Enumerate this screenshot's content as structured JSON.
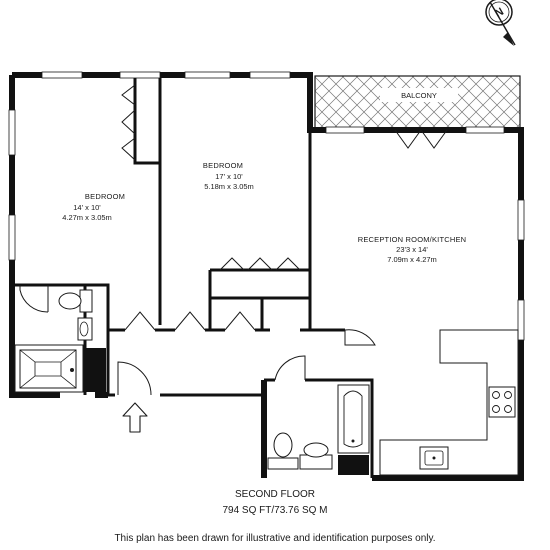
{
  "rooms": {
    "bedroom_left": {
      "name": "BEDROOM",
      "imperial": "14' x 10'",
      "metric": "4.27m x 3.05m"
    },
    "bedroom_mid": {
      "name": "BEDROOM",
      "imperial": "17' x 10'",
      "metric": "5.18m x 3.05m"
    },
    "reception": {
      "name": "RECEPTION ROOM/KITCHEN",
      "imperial": "23'3 x 14'",
      "metric": "7.09m x 4.27m"
    },
    "balcony": {
      "name": "BALCONY"
    }
  },
  "compass": {
    "letter": "N",
    "icon": "compass-north-icon"
  },
  "entrance": {
    "icon": "entrance-arrow-icon"
  },
  "footer": {
    "floor_name": "SECOND FLOOR",
    "area": "794 SQ FT/73.76 SQ M",
    "disclaimer": "This plan has been drawn for illustrative and identification purposes only."
  },
  "colors": {
    "wall": "#111111",
    "line": "#1a1a1a",
    "fixture_fill": "#ffffff"
  }
}
